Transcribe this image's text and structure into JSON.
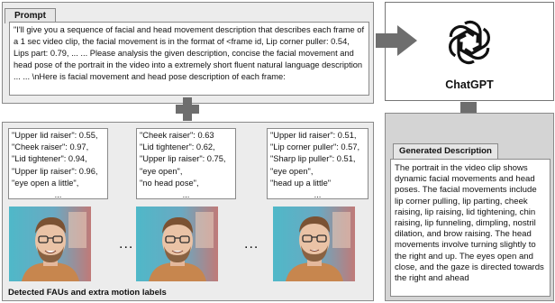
{
  "prompt": {
    "title": "Prompt",
    "text": "\"I'll give you a sequence of facial and head movement description that describes each frame of a 1 sec video clip, the facial movement is in the format of <frame id, Lip corner puller: 0.54, Lips part: 0.79, ... ... Please analysis the given description, concise the facial movement and head pose of the portrait in the video into a extremely short fluent natural language description ... ... \\nHere is facial movement and head pose description of each frame:"
  },
  "chatgpt": {
    "label": "ChatGPT",
    "logo_icon": "openai-logo-icon"
  },
  "frames": [
    {
      "lines": [
        "\"Upper lid raiser\": 0.55,",
        "\"Cheek raiser\": 0.97,",
        "\"Lid tightener\": 0.94,",
        "\"Upper lip raiser\": 0.96,",
        "\"eye open a little\","
      ],
      "more": "..."
    },
    {
      "lines": [
        "\"Cheek raiser\": 0.63",
        "\"Lid tightener\": 0.62,",
        "\"Upper lip raiser\": 0.75,",
        "\"eye open\",",
        "\"no head pose\","
      ],
      "more": "..."
    },
    {
      "lines": [
        "\"Upper lid raiser\": 0.51,",
        "\"Lip corner puller\": 0.57,",
        "\"Sharp lip puller\": 0.51,",
        "\"eye open\",",
        "\"head up a little\""
      ],
      "more": "..."
    }
  ],
  "ellipsis": "...",
  "fau_caption": "Detected FAUs and extra motion labels",
  "generated": {
    "title": "Generated Description",
    "text": "The portrait in the video clip shows dynamic facial movements and head poses. The facial movements include lip corner pulling, lip parting, cheek raising, lip raising, lid tightening, chin raising, lip funneling, dimpling, nostril dilation, and brow raising. The head movements involve turning slightly to the right and up. The eyes open and close, and the gaze is directed towards the right and ahead"
  },
  "colors": {
    "arrow": "#6e6e6e",
    "panel_border": "#8a8a8a",
    "panel_fill": "#ececec",
    "desc_fill": "#d4d4d4"
  }
}
